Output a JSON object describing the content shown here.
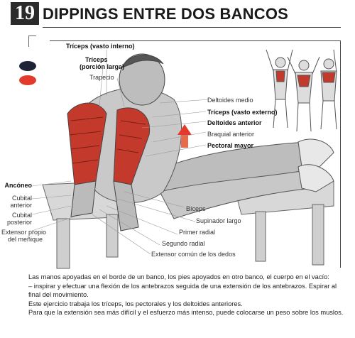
{
  "header": {
    "number": "19",
    "title": "DIPPINGS ENTRE DOS BANCOS"
  },
  "colors": {
    "dark_marker": "#1e2436",
    "red_marker": "#e23b2e",
    "muscle_red": "#c33a2c"
  },
  "labels_top": {
    "triceps_interno": "Tríceps (vasto interno)",
    "triceps": "Tríceps",
    "porcion_larga": "(porción larga)",
    "trapecio": "Trapecio"
  },
  "labels_right": {
    "deltoides_medio": "Deltoides medio",
    "triceps_externo": "Tríceps (vasto externo)",
    "deltoides_anterior": "Deltoides anterior",
    "braquial_anterior": "Braquial anterior",
    "pectoral_mayor": "Pectoral mayor"
  },
  "labels_left": {
    "anconeo": "Ancóneo",
    "cubital": "Cubital",
    "anterior": "anterior",
    "cubital2": "Cubital",
    "posterior": "posterior",
    "extensor_propio": "Extensor propio",
    "del_menique": "del meñique"
  },
  "labels_bottom": {
    "biceps": "Bíceps",
    "supinador_largo": "Supinador largo",
    "primer_radial": "Primer radial",
    "segundo_radial": "Segundo radial",
    "extensor_comun": "Extensor común de los dedos"
  },
  "description": {
    "line1": "Las manos apoyadas en el borde de un banco, los pies apoyados en otro banco, el cuerpo en el vacío:",
    "line2": "– inspirar y efectuar una flexión de los antebrazos seguida de una extensión de los antebrazos. Espirar al final del movimiento.",
    "line3": "Este ejercicio trabaja los tríceps, los pectorales y los deltoides anteriores.",
    "line4": "Para que la extensión sea más difícil y el esfuerzo más intenso, puede colocarse un peso sobre los muslos."
  }
}
